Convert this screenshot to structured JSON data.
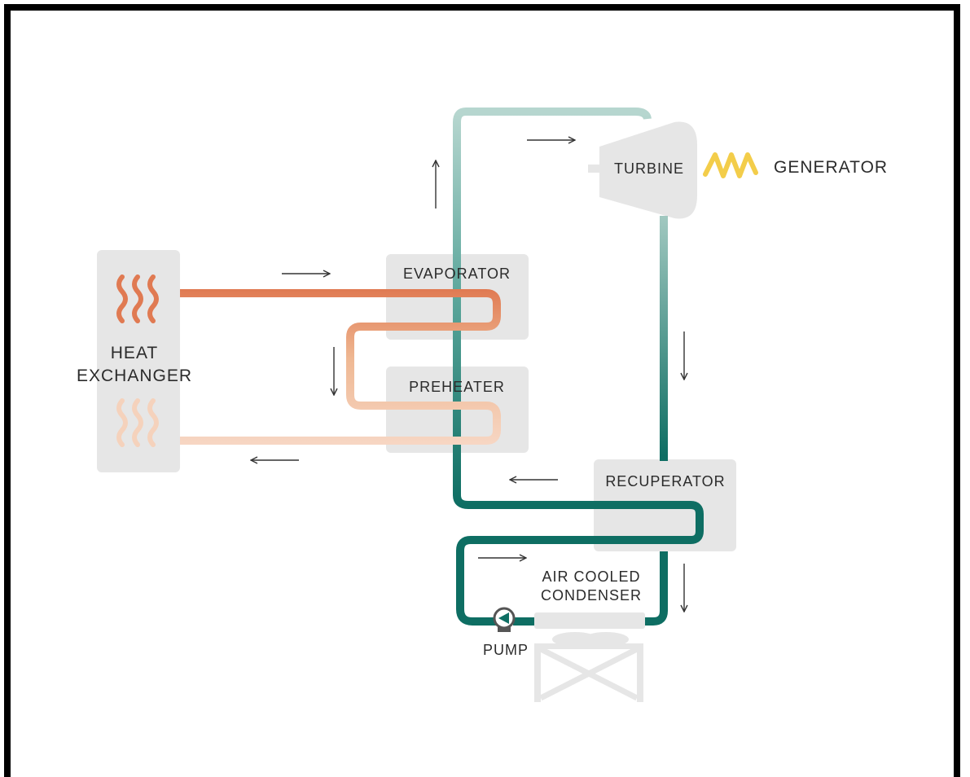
{
  "components": {
    "heat_exchanger": [
      "HEAT",
      "EXCHANGER"
    ],
    "evaporator": "EVAPORATOR",
    "preheater": "PREHEATER",
    "turbine": "TURBINE",
    "generator": "GENERATOR",
    "recuperator": "RECUPERATOR",
    "condenser": [
      "AIR COOLED",
      "CONDENSER"
    ],
    "pump": "PUMP"
  },
  "colors": {
    "hot_loop": "#e07a52",
    "warm_loop": "#efb893",
    "cool_loop": "#f5d2bc",
    "working_fluid_top": "#a9cdc5",
    "working_fluid_bottom": "#0e6e63",
    "box": "#e6e6e6",
    "generator_wave": "#f3cd4a"
  }
}
